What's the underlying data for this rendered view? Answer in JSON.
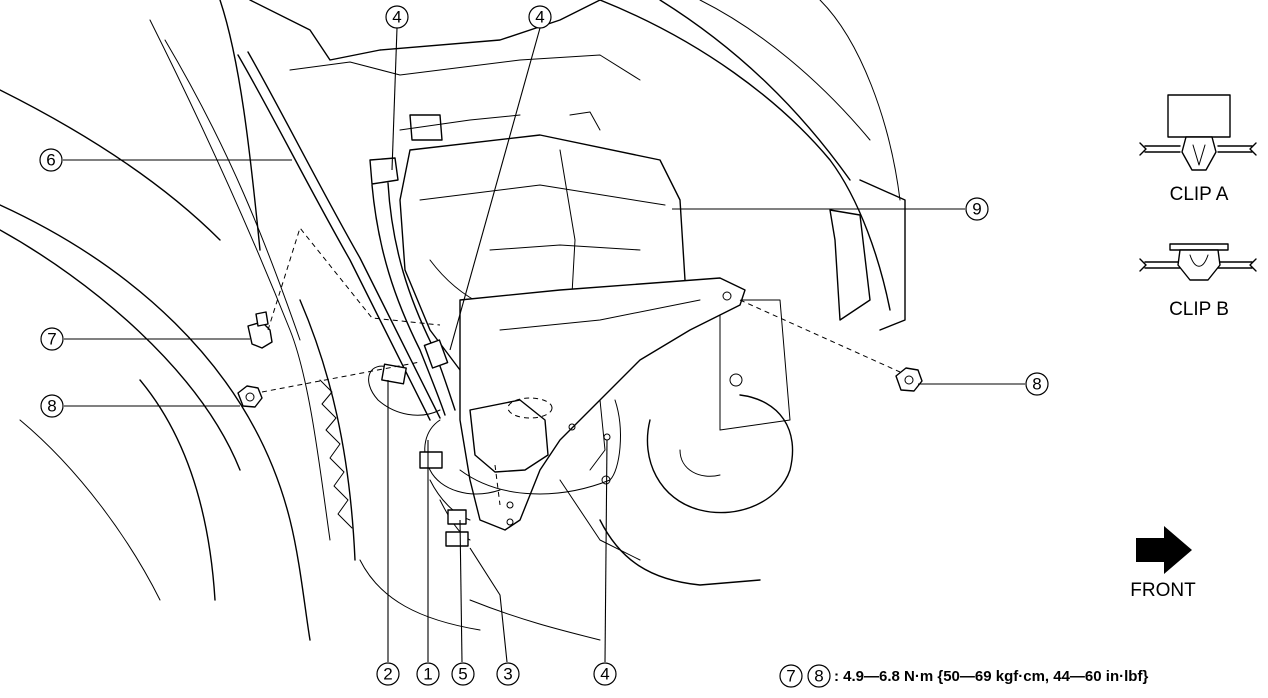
{
  "callouts": {
    "n1": "1",
    "n2": "2",
    "n3": "3",
    "n4": "4",
    "n5": "5",
    "n6": "6",
    "n7": "7",
    "n8": "8",
    "n9": "9"
  },
  "clips": {
    "clip_a": "CLIP A",
    "clip_b": "CLIP B"
  },
  "direction": {
    "label": "FRONT",
    "icon": "arrow-right-icon"
  },
  "torque": {
    "parts": [
      "7",
      "8"
    ],
    "spec": ": 4.9—6.8 N·m {50—69 kgf·cm, 44—60 in·lbf}"
  }
}
